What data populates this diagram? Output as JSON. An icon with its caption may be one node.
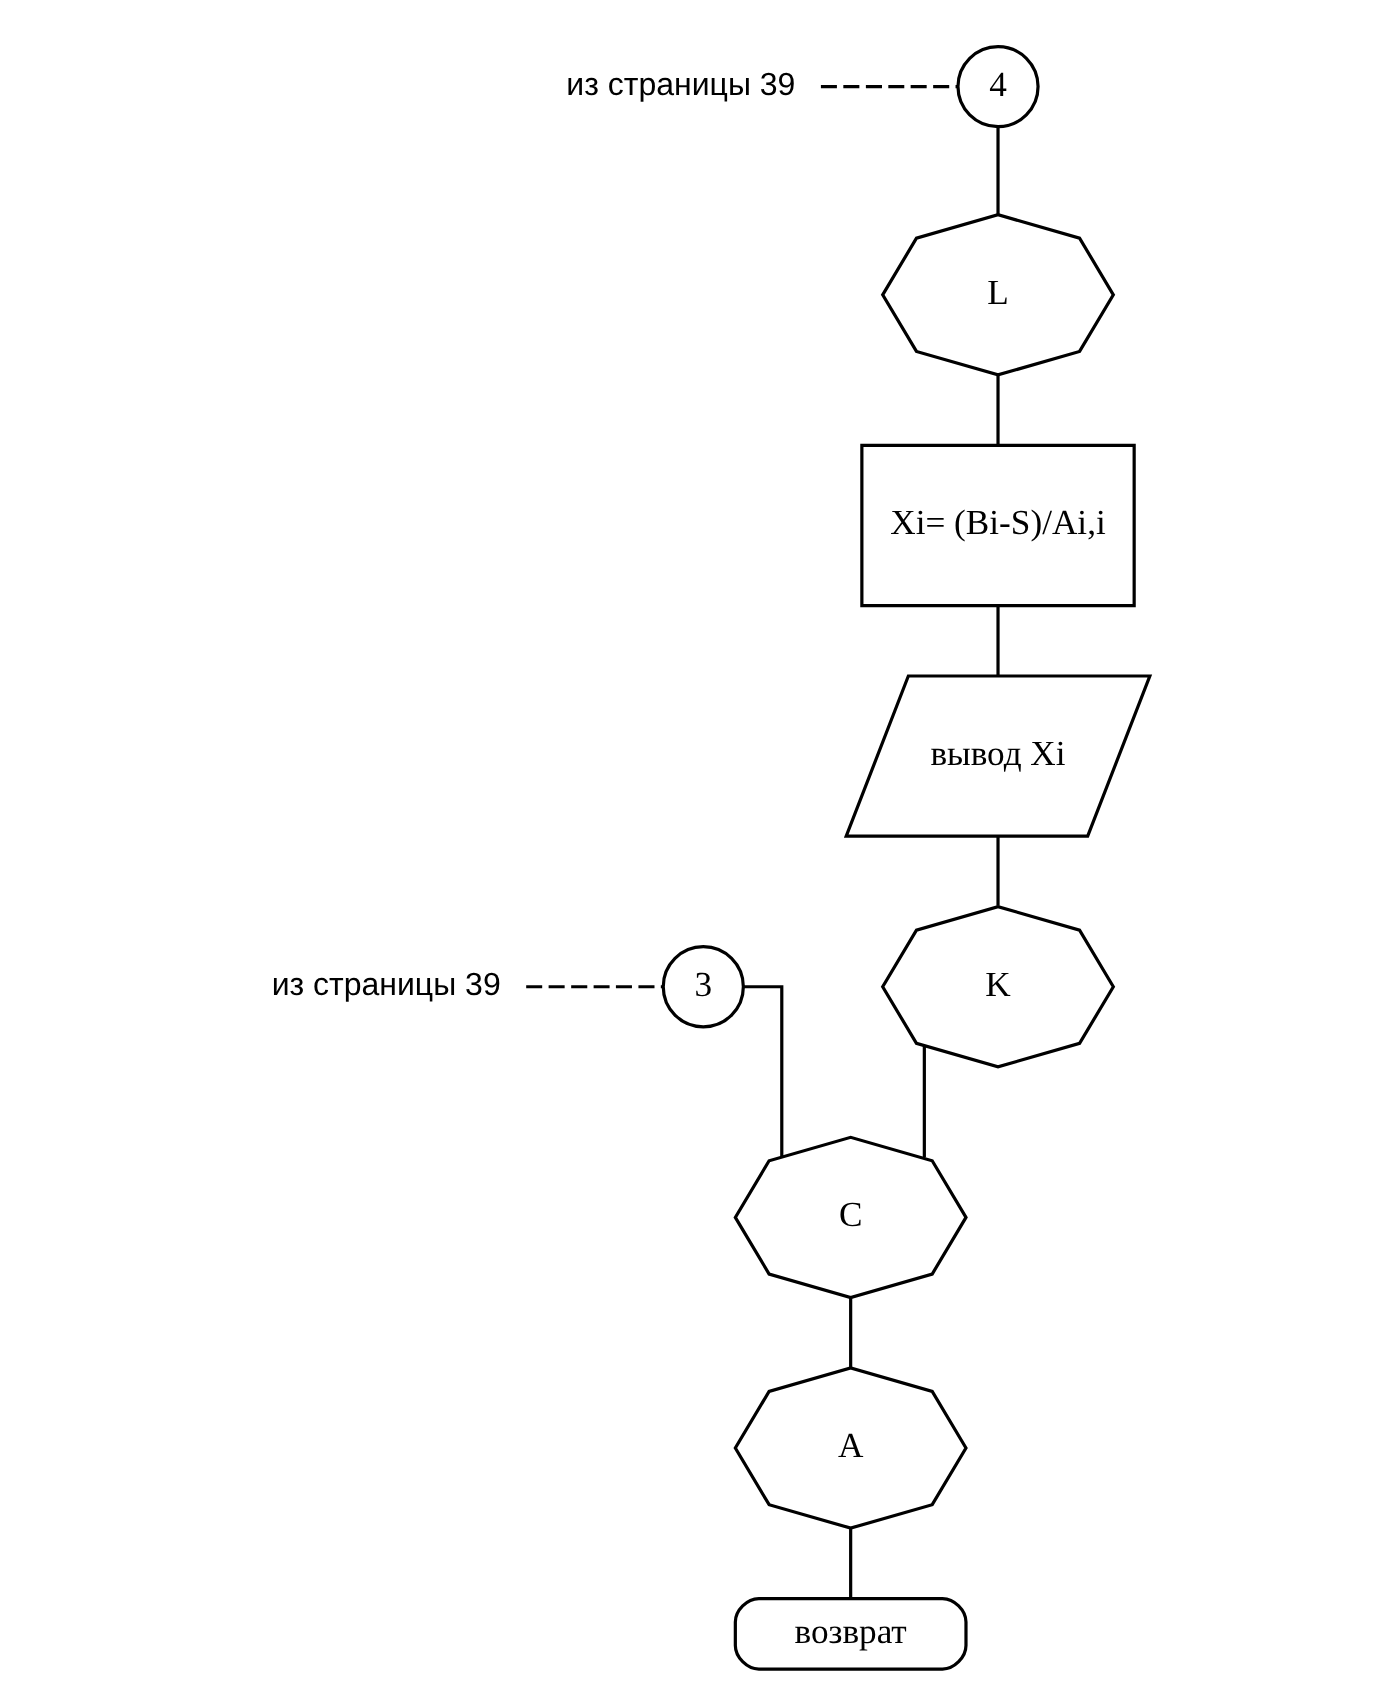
{
  "diagram": {
    "nodes": [
      {
        "text": [
          "из страницы 39"
        ]
      },
      {
        "text": [
          "3"
        ]
      },
      {
        "text": [
          "из страницы 39"
        ]
      },
      {
        "text": [
          "4"
        ]
      },
      {
        "text": [
          "L"
        ]
      },
      {
        "text": [
          "Xi= (Bi-S)/Ai,i"
        ]
      },
      {
        "text": [
          "вывод Xi"
        ]
      },
      {
        "text": [
          "K"
        ]
      },
      {
        "text": [
          "C"
        ]
      },
      {
        "text": [
          "A"
        ]
      },
      {
        "text": [
          "возврат"
        ]
      }
    ],
    "edges": [
      {
        "from": 0,
        "to": 1,
        "arrow": "none",
        "style": "dashed"
      },
      {
        "from": 2,
        "to": 3,
        "arrow": "none",
        "style": "dashed"
      },
      {
        "from": 3,
        "to": 4,
        "arrow": "none"
      },
      {
        "from": 4,
        "to": 5,
        "arrow": "none"
      },
      {
        "from": 5,
        "to": 6,
        "arrow": "none"
      },
      {
        "from": 6,
        "to": 7,
        "arrow": "none"
      },
      {
        "from": 1,
        "to": 8,
        "arrow": "none"
      },
      {
        "from": 7,
        "to": 8,
        "arrow": "none"
      },
      {
        "from": 8,
        "to": 9,
        "arrow": "none"
      },
      {
        "from": 9,
        "to": 10,
        "arrow": "none"
      }
    ]
  }
}
